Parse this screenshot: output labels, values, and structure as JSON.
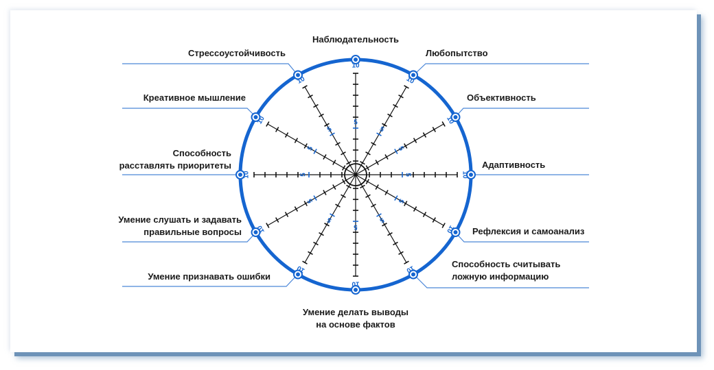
{
  "diagram": {
    "type": "wheel-of-competencies",
    "scale": {
      "min": 0,
      "max": 10,
      "mid_label": "5",
      "max_label": "10"
    },
    "colors": {
      "accent": "#1565d0",
      "leader": "#4a86d8",
      "spoke": "#111111",
      "text": "#1a1a1a",
      "shadow": "#6e93b8"
    },
    "segments": [
      {
        "label": [
          "Наблюдательность"
        ],
        "angle": 90
      },
      {
        "label": [
          "Любопытство"
        ],
        "angle": 60
      },
      {
        "label": [
          "Объективность"
        ],
        "angle": 30
      },
      {
        "label": [
          "Адаптивность"
        ],
        "angle": 0
      },
      {
        "label": [
          "Рефлексия и самоанализ"
        ],
        "angle": -30
      },
      {
        "label": [
          "Способность считывать",
          "ложную информацию"
        ],
        "angle": -60
      },
      {
        "label": [
          "Умение делать выводы",
          "на основе фактов"
        ],
        "angle": -90
      },
      {
        "label": [
          "Умение признавать ошибки"
        ],
        "angle": -120
      },
      {
        "label": [
          "Умение слушать и задавать",
          "правильные вопросы"
        ],
        "angle": -150
      },
      {
        "label": [
          "Способность",
          "расставлять приоритеты"
        ],
        "angle": 180
      },
      {
        "label": [
          "Креативное мышление"
        ],
        "angle": 150
      },
      {
        "label": [
          "Стрессоустойчивость"
        ],
        "angle": 120
      }
    ]
  }
}
